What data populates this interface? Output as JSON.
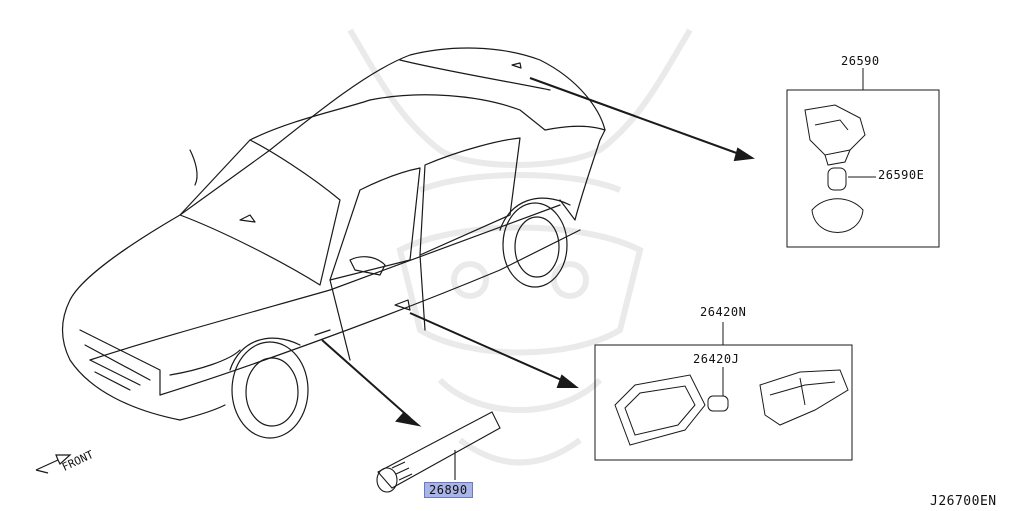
{
  "diagram": {
    "id": "J26700EN",
    "front_label": "FRONT",
    "parts": {
      "p26590": "26590",
      "p26590E": "26590E",
      "p26420N": "26420N",
      "p26420J": "26420J",
      "p26890": "26890"
    },
    "highlighted_part": "26890",
    "colors": {
      "line": "#1a1a1a",
      "highlight_fill": "#a9b5e6",
      "watermark": "#e6e6e6"
    }
  }
}
